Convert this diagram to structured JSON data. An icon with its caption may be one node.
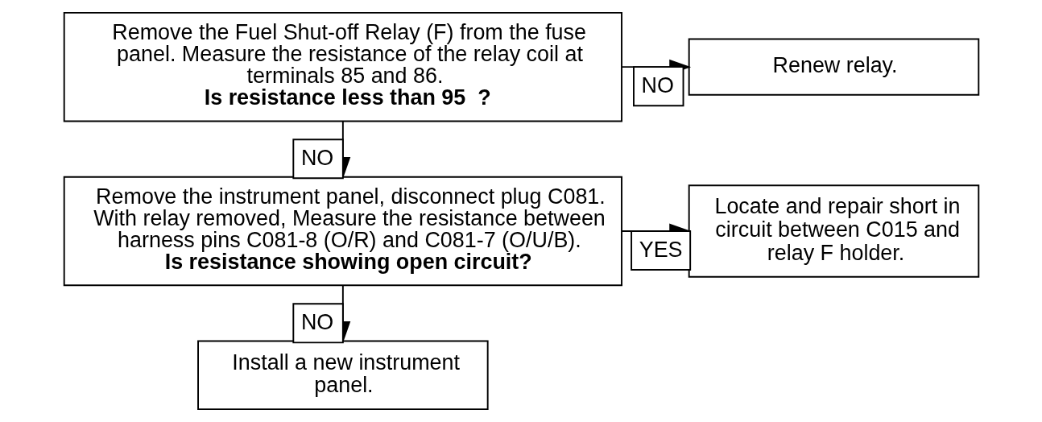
{
  "diagram": {
    "nodes": [
      {
        "text": [
          "Remove the Fuel Shut-off Relay (F) from the fuse panel. Measure the resistance of the relay coil at terminals 85 and 86.",
          "Is resistance less than 95  ?"
        ]
      },
      {
        "text": [
          "Renew relay."
        ]
      },
      {
        "text": [
          "Remove the instrument panel, disconnect plug C081. With relay removed, Measure the resistance between harness pins C081-8 (O/R) and C081-7 (O/U/B).",
          "Is resistance showing open circuit?"
        ]
      },
      {
        "text": [
          "Locate and repair short in circuit between C015 and relay F holder."
        ]
      },
      {
        "text": [
          "Install a new instrument panel."
        ]
      }
    ],
    "edges": [
      {
        "from": 0,
        "to": 1,
        "arrow": "to",
        "label": "NO"
      },
      {
        "from": 0,
        "to": 2,
        "arrow": "to",
        "label": "NO"
      },
      {
        "from": 2,
        "to": 3,
        "arrow": "to",
        "label": "YES"
      },
      {
        "from": 2,
        "to": 4,
        "arrow": "to",
        "label": "NO"
      }
    ]
  }
}
